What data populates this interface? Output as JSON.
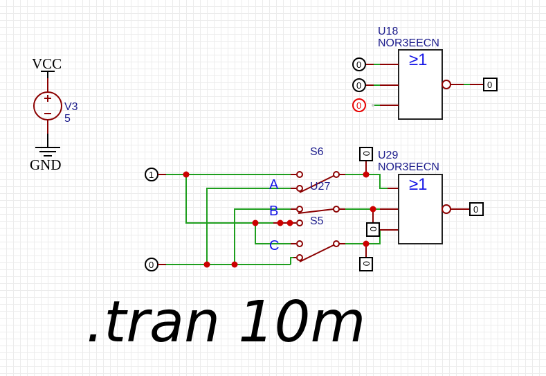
{
  "power": {
    "vcc_label": "VCC",
    "gnd_label": "GND",
    "source_name": "V3",
    "source_value": "5"
  },
  "gate_u18": {
    "name": "U18",
    "model": "NOR3EECN",
    "symbol": "≥1",
    "inputs": [
      "0",
      "0",
      "0"
    ],
    "output": "0"
  },
  "gate_u29": {
    "name": "U29",
    "model": "NOR3EECN",
    "symbol": "≥1",
    "input_probes": [
      "0",
      "0",
      "0"
    ],
    "output": "0"
  },
  "inputs": {
    "high_source": "1",
    "low_source": "0"
  },
  "switches": {
    "s6": "S6",
    "u27": "U27",
    "s5": "S5"
  },
  "signal_labels": {
    "a": "A",
    "b": "B",
    "c": "C"
  },
  "directive": ".tran 10m",
  "colors": {
    "wire_green": "#1e9e1e",
    "wire_red": "#8b0000",
    "junction": "#cc0000",
    "label_blue": "#1c1c8c"
  }
}
